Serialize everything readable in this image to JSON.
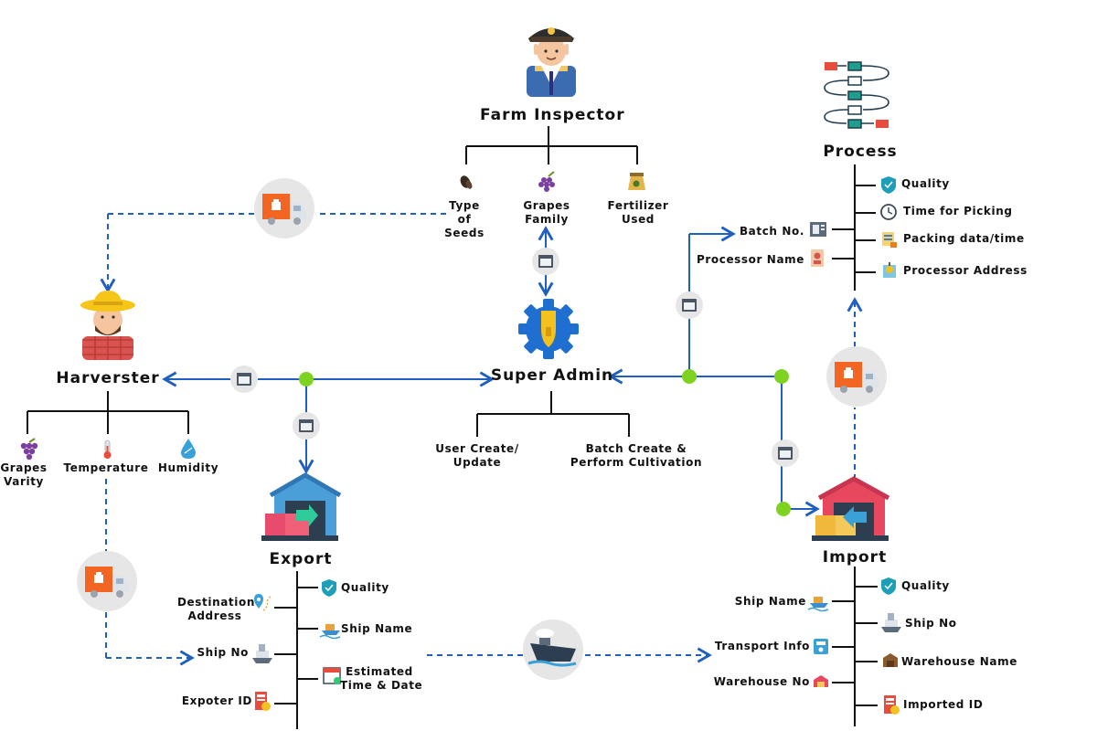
{
  "nodes": {
    "farm_inspector": "Farm Inspector",
    "process": "Process",
    "super_admin": "Super Admin",
    "harvester": "Harverster",
    "export": "Export",
    "import": "Import"
  },
  "farm_inspector_items": {
    "type_of_seeds": [
      "Type",
      "of",
      "Seeds"
    ],
    "grapes_family": [
      "Grapes",
      "Family"
    ],
    "fertilizer_used": [
      "Fertilizer",
      "Used"
    ]
  },
  "process_items": {
    "quality": "Quality",
    "time_for_picking": "Time for Picking",
    "packing": "Packing data/time",
    "processor_address": "Processor Address",
    "batch_no": "Batch No.",
    "processor_name": "Processor Name"
  },
  "super_admin_items": {
    "user_create": [
      "User Create/",
      "Update"
    ],
    "batch_create": [
      "Batch Create &",
      "Perform Cultivation"
    ]
  },
  "harvester_items": {
    "grapes_varity": [
      "Grapes",
      "Varity"
    ],
    "temperature": "Temperature",
    "humidity": "Humidity"
  },
  "export_items": {
    "destination": [
      "Destination",
      "Address"
    ],
    "ship_no": "Ship No",
    "exporter_id": "Expoter ID",
    "quality": "Quality",
    "ship_name": "Ship Name",
    "estimated": [
      "Estimated",
      "Time & Date"
    ]
  },
  "import_items": {
    "ship_name": "Ship Name",
    "transport_info": "Transport Info",
    "warehouse_no": "Warehouse No",
    "quality": "Quality",
    "ship_no": "Ship No",
    "warehouse_name": "Warehouse Name",
    "imported_id": "Imported ID"
  },
  "colors": {
    "connector_blue": "#1f5fbf",
    "junction_green": "#7ed321",
    "badge_gray": "#e6e6e6",
    "truck_orange": "#f26522"
  }
}
